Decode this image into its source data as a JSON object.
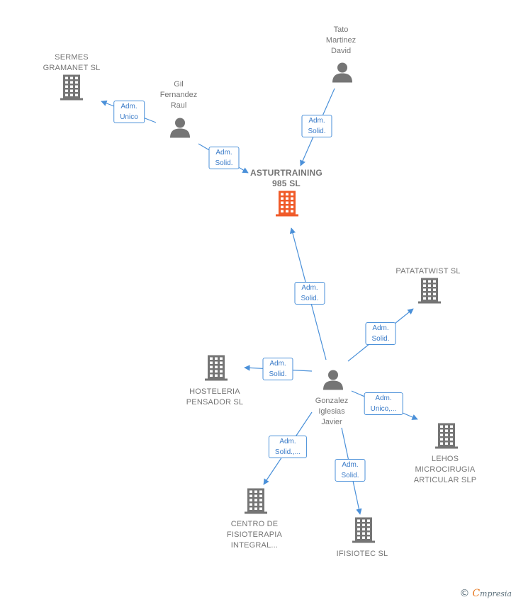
{
  "colors": {
    "edge": "#4a90d9",
    "node_gray": "#757575",
    "main_company": "#f05a28",
    "brand_accent": "#e8771e"
  },
  "nodes": {
    "sermes": {
      "label": "SERMES\nGRAMANET  SL",
      "kind": "company",
      "icon": "building-icon"
    },
    "gil": {
      "label": "Gil\nFernandez\nRaul",
      "kind": "person",
      "icon": "person-icon"
    },
    "tato": {
      "label": "Tato\nMartinez\nDavid",
      "kind": "person",
      "icon": "person-icon"
    },
    "asturtraining": {
      "label": "ASTURTRAINING\n985  SL",
      "kind": "company-main",
      "icon": "building-icon"
    },
    "patatatwist": {
      "label": "PATATATWIST SL",
      "kind": "company",
      "icon": "building-icon"
    },
    "hosteleria": {
      "label": "HOSTELERIA\nPENSADOR SL",
      "kind": "company",
      "icon": "building-icon"
    },
    "gonzalez": {
      "label": "Gonzalez\nIglesias\nJavier",
      "kind": "person",
      "icon": "person-icon"
    },
    "lehos": {
      "label": "LEHOS\nMICROCIRUGIA\nARTICULAR  SLP",
      "kind": "company",
      "icon": "building-icon"
    },
    "centro": {
      "label": "CENTRO DE\nFISIOTERAPIA\nINTEGRAL...",
      "kind": "company",
      "icon": "building-icon"
    },
    "ifisiotec": {
      "label": "IFISIOTEC  SL",
      "kind": "company",
      "icon": "building-icon"
    }
  },
  "edges": [
    {
      "from": "gil",
      "to": "sermes",
      "label": "Adm.\nUnico"
    },
    {
      "from": "gil",
      "to": "asturtraining",
      "label": "Adm.\nSolid."
    },
    {
      "from": "tato",
      "to": "asturtraining",
      "label": "Adm.\nSolid."
    },
    {
      "from": "gonzalez",
      "to": "asturtraining",
      "label": "Adm.\nSolid."
    },
    {
      "from": "gonzalez",
      "to": "patatatwist",
      "label": "Adm.\nSolid."
    },
    {
      "from": "gonzalez",
      "to": "hosteleria",
      "label": "Adm.\nSolid."
    },
    {
      "from": "gonzalez",
      "to": "lehos",
      "label": "Adm.\nUnico,..."
    },
    {
      "from": "gonzalez",
      "to": "centro",
      "label": "Adm.\nSolid.,..."
    },
    {
      "from": "gonzalez",
      "to": "ifisiotec",
      "label": "Adm.\nSolid."
    }
  ],
  "brand": {
    "copyright": "©",
    "first_letter": "C",
    "rest": "mpresia"
  }
}
